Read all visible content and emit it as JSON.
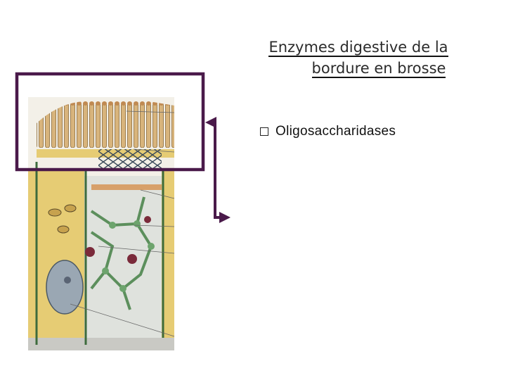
{
  "slide": {
    "title_line1": "Enzymes digestive de la",
    "title_line2": "bordure en brosse",
    "bullets": [
      "Oligosaccharidases"
    ]
  },
  "colors": {
    "frame": "#4a1a4a",
    "cytoplasm": "#e8cf7a",
    "microvilli": "#c9a06a",
    "nucleus": "#9aa7b3"
  }
}
